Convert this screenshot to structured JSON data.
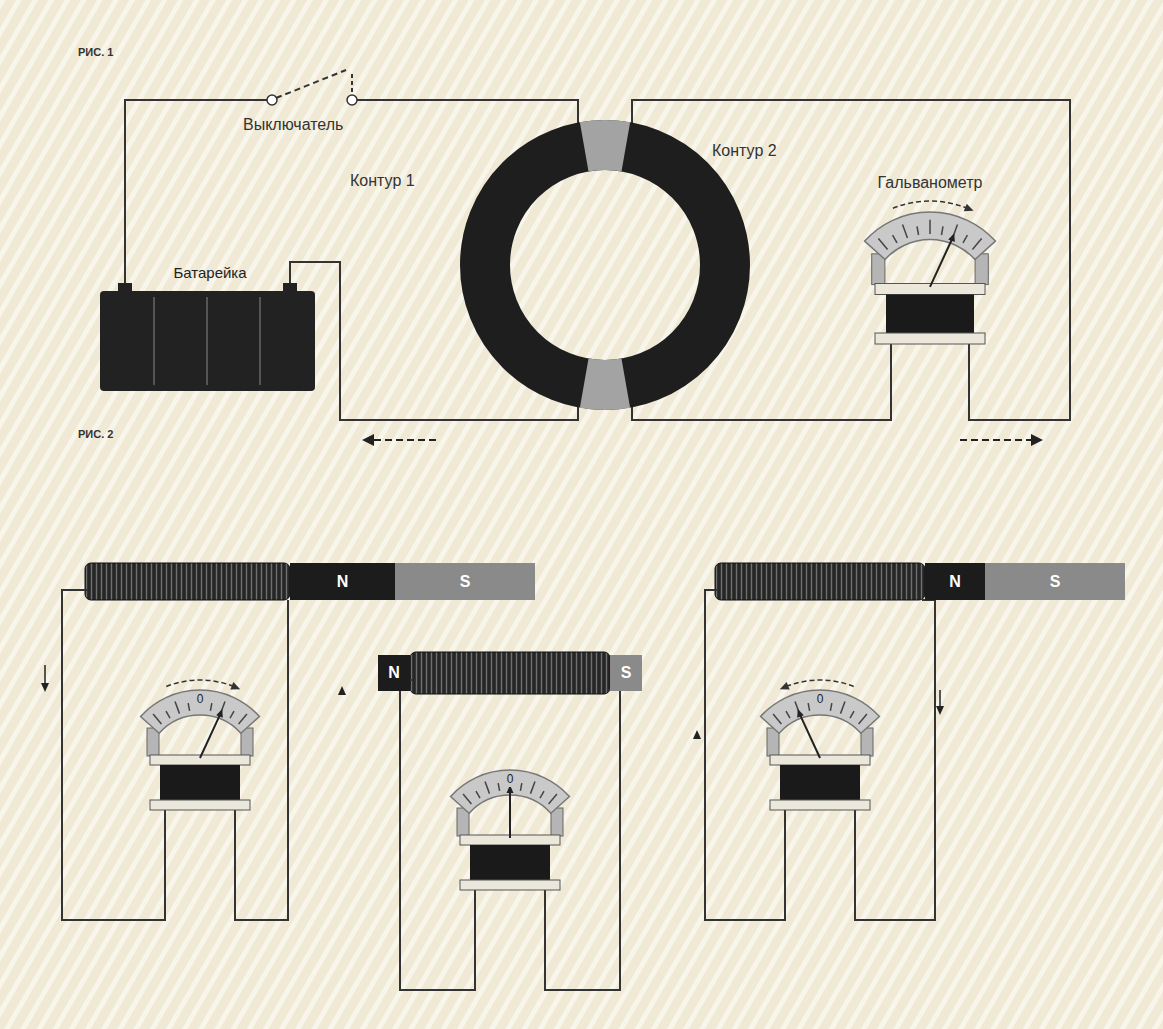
{
  "diagram": {
    "nodes": [
      {
        "text": [
          "Батарейка"
        ]
      },
      {
        "text": [
          "Гальванометр"
        ]
      },
      {
        "text": [
          "N",
          "S"
        ]
      },
      {
        "text": [
          "N",
          "S"
        ]
      },
      {
        "text": [
          "N",
          "S"
        ]
      },
      {
        "text": [
          "0"
        ]
      },
      {
        "text": [
          "0"
        ]
      },
      {
        "text": [
          "0"
        ]
      }
    ],
    "labels": [
      "РИС. 1",
      "Выключатель",
      "Контур 1",
      "Контур 2",
      "РИС. 2"
    ]
  }
}
